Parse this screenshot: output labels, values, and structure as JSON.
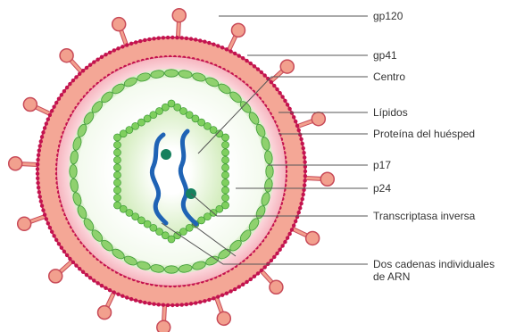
{
  "labels": {
    "gp120": "gp120",
    "gp41": "gp41",
    "centro": "Centro",
    "lipidos": "Lípidos",
    "proteina_huesped": "Proteína del huésped",
    "p17": "p17",
    "p24": "p24",
    "transcriptasa": "Transcriptasa inversa",
    "arn_line1": "Dos cadenas individuales",
    "arn_line2": "de ARN"
  },
  "colors": {
    "envelope_fill": "#f4a796",
    "envelope_outline": "#c23a5a",
    "lipid_dot": "#c4124f",
    "spike": "#f2a08e",
    "spike_stroke": "#c84a58",
    "matrix_outer": "#e7f4dc",
    "p17_bead": "#8fd16e",
    "p17_stroke": "#3d9a36",
    "capsid_fill": "#e3f4d0",
    "capsid_bead": "#7fcf5e",
    "rna": "#1f63b5",
    "rt_enzyme": "#16805e",
    "leader": "#555555"
  }
}
